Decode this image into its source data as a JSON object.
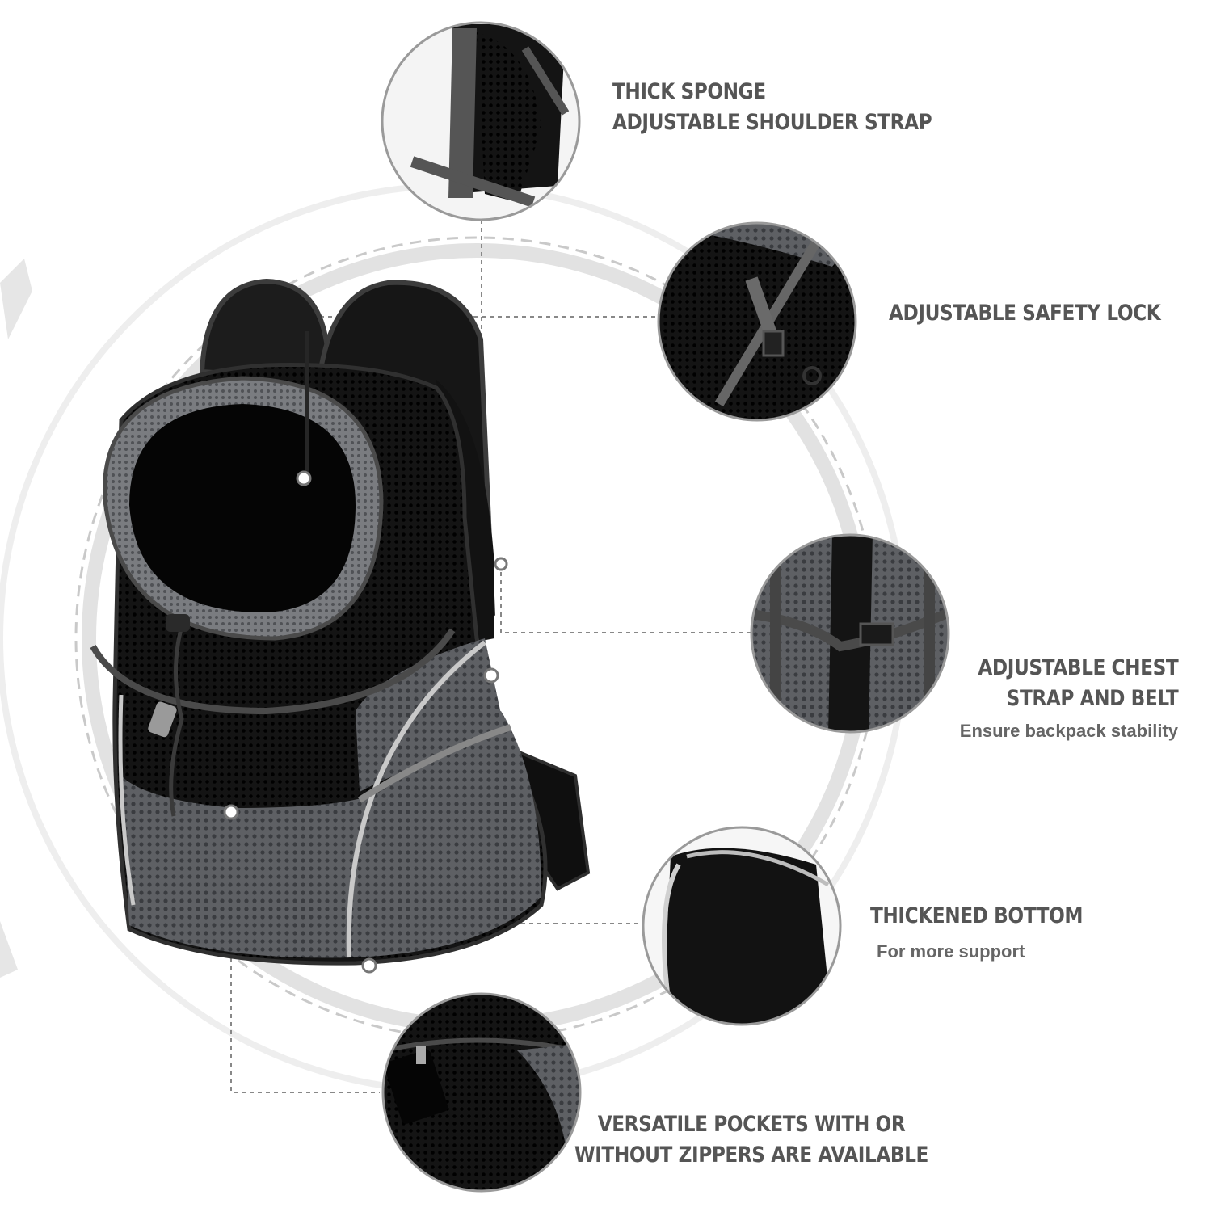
{
  "colors": {
    "background": "#ffffff",
    "ring": "#dedede",
    "dashed_line": "#8a8a8a",
    "text": "#555555",
    "subtext": "#666666",
    "product_black": "#151515",
    "product_grey_mesh": "#5b5d61"
  },
  "features": [
    {
      "id": "shoulder-strap",
      "title_lines": [
        "THICK SPONGE",
        "ADJUSTABLE SHOULDER STRAP"
      ],
      "subtitle": "",
      "icon": "shoulder-strap-detail-photo"
    },
    {
      "id": "safety-lock",
      "title_lines": [
        "ADJUSTABLE SAFETY LOCK"
      ],
      "subtitle": "",
      "icon": "safety-lock-detail-photo"
    },
    {
      "id": "chest-strap",
      "title_lines": [
        "ADJUSTABLE CHEST",
        "STRAP AND BELT"
      ],
      "subtitle": "Ensure backpack stability",
      "icon": "chest-strap-detail-photo"
    },
    {
      "id": "bottom",
      "title_lines": [
        "THICKENED BOTTOM"
      ],
      "subtitle": "For more support",
      "icon": "bottom-detail-photo"
    },
    {
      "id": "pockets",
      "title_lines": [
        "VERSATILE POCKETS WITH OR",
        "WITHOUT ZIPPERS ARE AVAILABLE"
      ],
      "subtitle": "",
      "icon": "pocket-detail-photo"
    }
  ]
}
